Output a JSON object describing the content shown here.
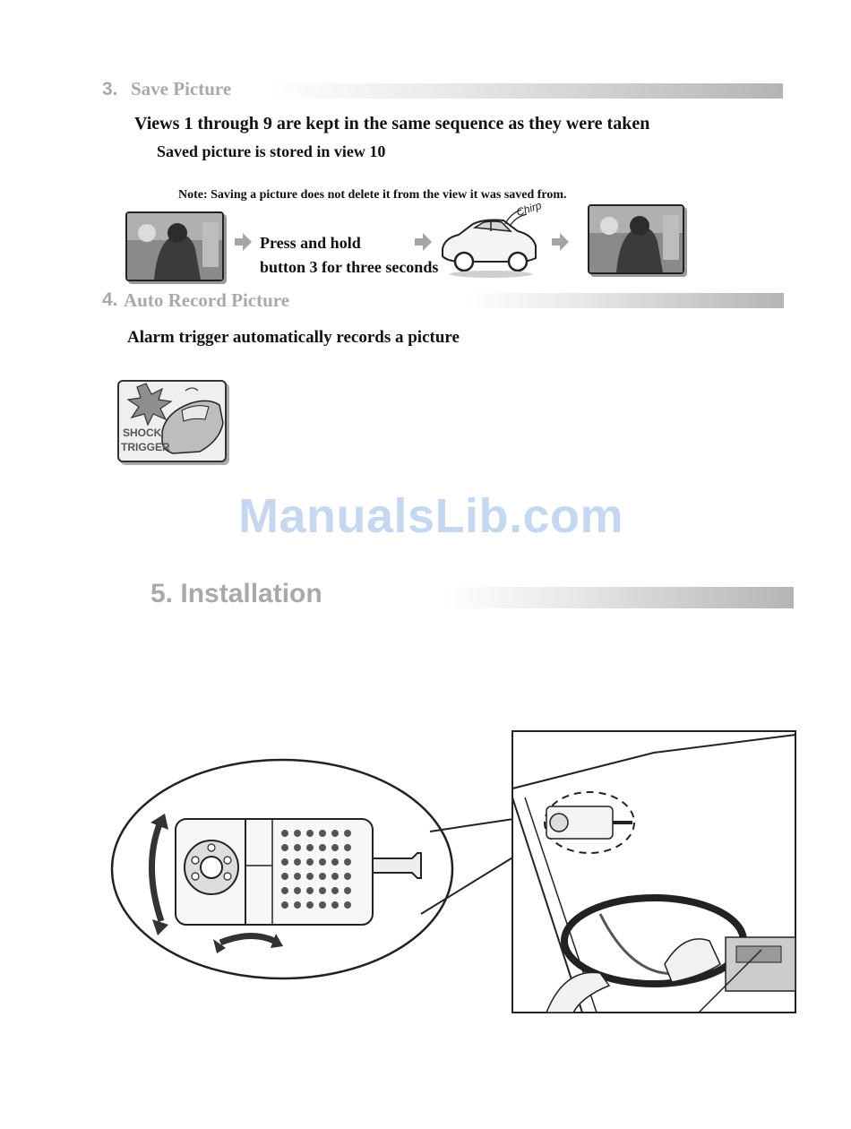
{
  "section3": {
    "number": "3.",
    "title": "Save Picture",
    "line1": "Views 1 through 9 are kept in the same sequence as they were taken",
    "line2": "Saved picture is stored in view 10",
    "note": "Note: Saving a picture does not delete it from the view it was saved from.",
    "step_line1": "Press and hold",
    "step_line2": "button 3 for three seconds",
    "chirp": "Chirp"
  },
  "section4": {
    "number": "4.",
    "title": "Auto Record Picture",
    "line1": "Alarm trigger automatically records a picture",
    "badge_line1": "SHOCK",
    "badge_line2": "TRIGGER"
  },
  "section5": {
    "title": "5. Installation"
  },
  "watermark": "ManualsLib.com",
  "icons": [
    "arrow-right-icon",
    "car-icon",
    "camera-device-icon",
    "steering-wheel-icon",
    "rotate-icon"
  ],
  "colors": {
    "header_gray": "#a9a9a9",
    "watermark_blue": "#c5d8ef"
  }
}
